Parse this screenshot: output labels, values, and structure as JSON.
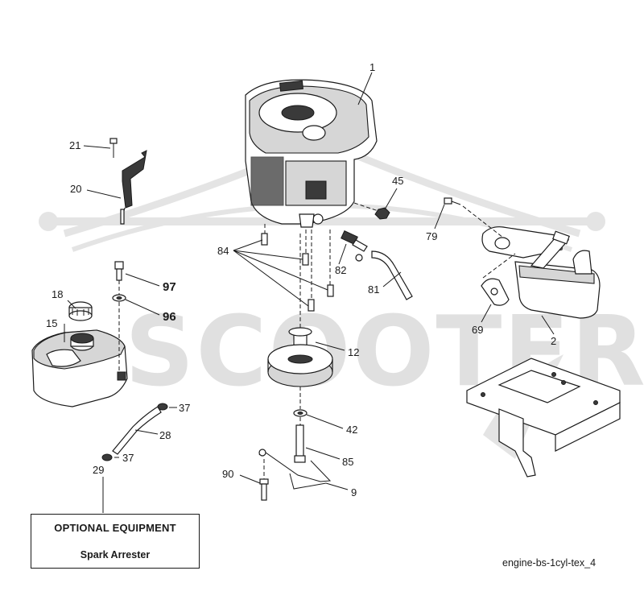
{
  "watermark": {
    "text": "SCOOTER",
    "suffix": "zip"
  },
  "callouts": [
    {
      "id": "c1",
      "label": "1"
    },
    {
      "id": "c2",
      "label": "2"
    },
    {
      "id": "c9",
      "label": "9"
    },
    {
      "id": "c12",
      "label": "12"
    },
    {
      "id": "c15",
      "label": "15"
    },
    {
      "id": "c18",
      "label": "18"
    },
    {
      "id": "c20",
      "label": "20"
    },
    {
      "id": "c21",
      "label": "21"
    },
    {
      "id": "c28",
      "label": "28"
    },
    {
      "id": "c29",
      "label": "29"
    },
    {
      "id": "c37a",
      "label": "37"
    },
    {
      "id": "c37b",
      "label": "37"
    },
    {
      "id": "c42",
      "label": "42"
    },
    {
      "id": "c45",
      "label": "45"
    },
    {
      "id": "c69",
      "label": "69"
    },
    {
      "id": "c79",
      "label": "79"
    },
    {
      "id": "c81",
      "label": "81"
    },
    {
      "id": "c82",
      "label": "82"
    },
    {
      "id": "c84",
      "label": "84"
    },
    {
      "id": "c85",
      "label": "85"
    },
    {
      "id": "c90",
      "label": "90"
    },
    {
      "id": "c96",
      "label": "96"
    },
    {
      "id": "c97",
      "label": "97"
    }
  ],
  "optional_box": {
    "title": "OPTIONAL EQUIPMENT",
    "item": "Spark Arrester"
  },
  "figure_id": "engine-bs-1cyl-tex_4"
}
